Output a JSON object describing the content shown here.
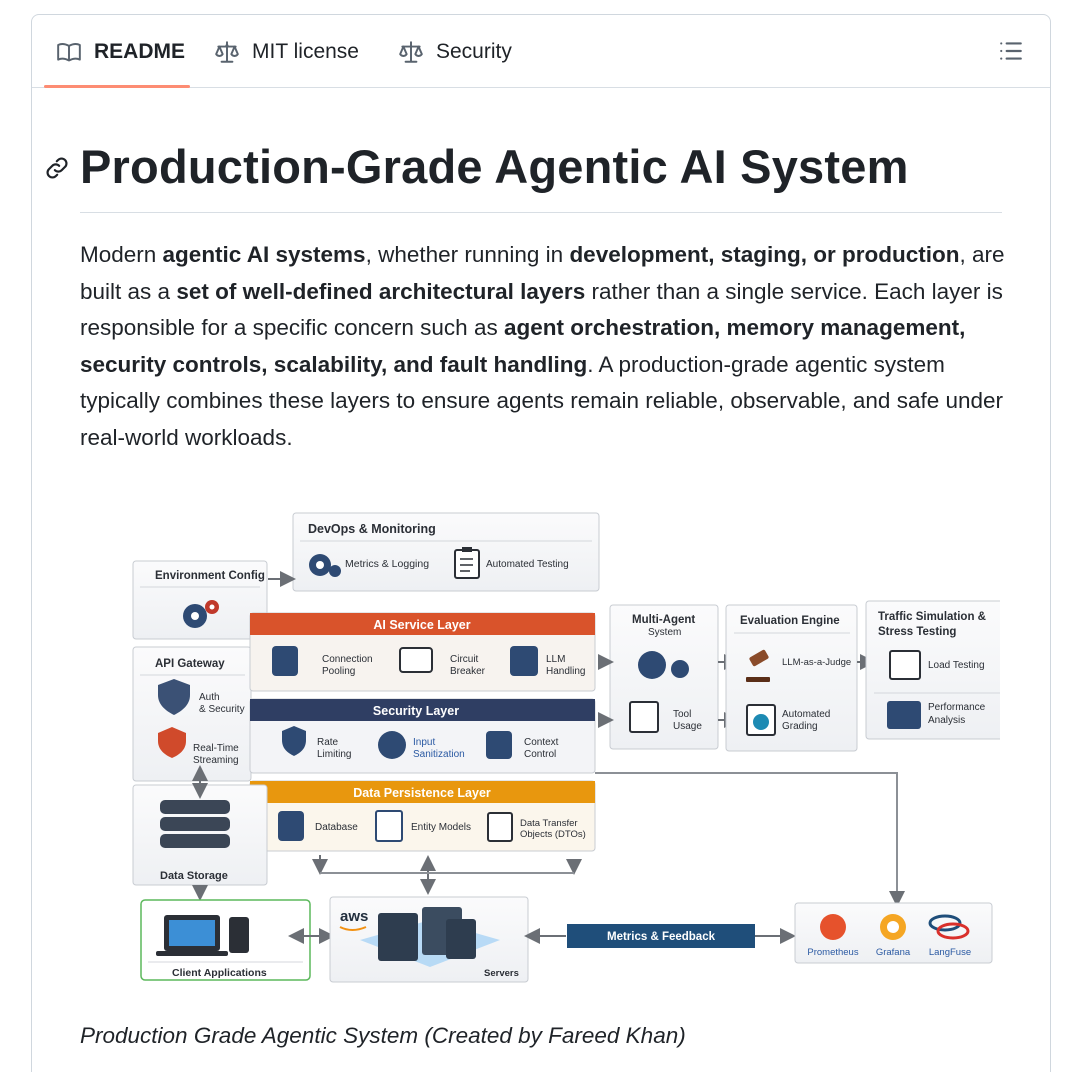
{
  "tabs": [
    {
      "label": "README",
      "icon": "book-icon",
      "active": true
    },
    {
      "label": "MIT license",
      "icon": "scale-icon",
      "active": false
    },
    {
      "label": "Security",
      "icon": "scale-icon",
      "active": false
    }
  ],
  "title": "Production-Grade Agentic AI System",
  "intro": {
    "p1": "Modern ",
    "b1": "agentic AI systems",
    "p2": ", whether running in ",
    "b2": "development, staging, or production",
    "p3": ", are built as a ",
    "b3": "set of well-defined architectural layers",
    "p4": " rather than a single service. Each layer is responsible for a specific concern such as ",
    "b4": "agent orchestration, memory management, security controls, scalability, and fault handling",
    "p5": ". A production-grade agentic system typically combines these layers to ensure agents remain reliable, observable, and safe under real-world workloads."
  },
  "diagram": {
    "devops": {
      "title": "DevOps & Monitoring",
      "items": [
        "Metrics & Logging",
        "Automated Testing"
      ]
    },
    "env_config": "Environment Config",
    "api_gateway": {
      "title": "API Gateway",
      "items": [
        "Auth",
        "& Security",
        "Real-Time",
        "Streaming"
      ]
    },
    "ai_service": {
      "title": "AI Service Layer",
      "items": [
        "Connection",
        "Pooling",
        "Circuit",
        "Breaker",
        "LLM",
        "Handling"
      ]
    },
    "security": {
      "title": "Security Layer",
      "items": [
        "Rate",
        "Limiting",
        "Input",
        "Sanitization",
        "Context",
        "Control"
      ]
    },
    "persistence": {
      "title": "Data Persistence Layer",
      "items": [
        "Database",
        "Entity Models",
        "Data Transfer",
        "Objects (DTOs)"
      ]
    },
    "data_storage": "Data Storage",
    "multi_agent": {
      "title": "Multi-Agent",
      "title2": "System",
      "items": [
        "Tool",
        "Usage"
      ]
    },
    "evaluation": {
      "title": "Evaluation Engine",
      "items": [
        "LLM-as-a-Judge",
        "Automated",
        "Grading"
      ]
    },
    "traffic": {
      "title": "Traffic Simulation &",
      "title2": "Stress Testing",
      "items": [
        "Load Testing",
        "Performance",
        "Analysis"
      ]
    },
    "client": "Client Applications",
    "aws": "aws",
    "servers": "Servers",
    "metrics_feedback": "Metrics & Feedback",
    "tools": [
      "Prometheus",
      "Grafana",
      "LangFuse"
    ]
  },
  "caption": "Production Grade Agentic System (Created by Fareed Khan)",
  "colors": {
    "accent_tab": "#fd8c73",
    "ai_layer": "#d9532b",
    "security_layer": "#2f3e63",
    "persistence_layer": "#e8970e",
    "metrics_bar": "#1f4e7a"
  }
}
